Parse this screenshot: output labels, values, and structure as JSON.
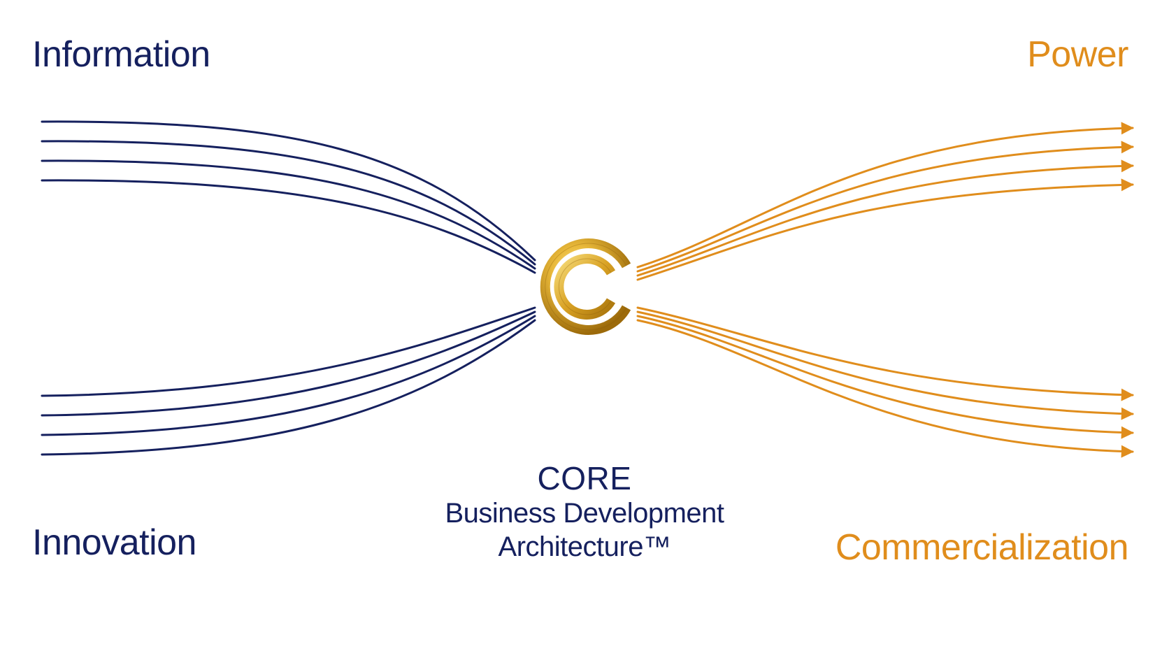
{
  "labels": {
    "top_left": "Information",
    "bottom_left": "Innovation",
    "top_right": "Power",
    "bottom_right": "Commercialization"
  },
  "center": {
    "title": "CORE",
    "line1": "Business Development",
    "line2": "Architecture™",
    "logo_icon": "gold-c-ring-logo-icon"
  },
  "colors": {
    "navy": "#15205e",
    "orange": "#e08d1c",
    "gold_light": "#f3d46a",
    "gold_dark": "#b07d0e"
  },
  "flows": {
    "input_lines_per_group": 4,
    "output_arrows_per_group": 4
  }
}
